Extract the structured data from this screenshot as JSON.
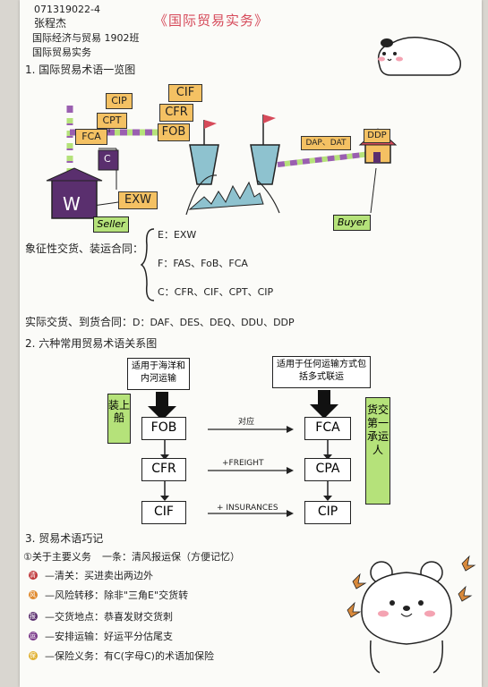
{
  "header": {
    "student_id": "071319022-4",
    "name": "张程杰",
    "class": "国际经济与贸易 1902班",
    "course": "国际贸易实务",
    "title": "《国际贸易实务》"
  },
  "section1": {
    "heading": "1. 国际贸易术语一览图",
    "terms": {
      "cip": "CIP",
      "cpt": "CPT",
      "fca": "FCA",
      "c": "C",
      "exw": "EXW",
      "cif": "CIF",
      "cfr": "CFR",
      "fob": "FOB",
      "dap_dat": "DAP、DAT",
      "ddp": "DDP",
      "w": "W"
    },
    "seller": "Seller",
    "buyer": "Buyer"
  },
  "symbolic": {
    "label": "象征性交货、装运合同：",
    "e_line": "E：EXW",
    "f_line": "F：FAS、FoB、FCA",
    "c_line": "C：CFR、CIF、CPT、CIP"
  },
  "actual": {
    "label": "实际交货、到货合同：",
    "d_line": "D：DAF、DES、DEQ、DDU、DDP"
  },
  "section2": {
    "heading": "2. 六种常用贸易术语关系图",
    "left_note": "适用于海洋和内河运输",
    "right_note": "适用于任何运输方式包括多式联运",
    "left_tag": "装上船",
    "right_tag": "货交第一承运人",
    "left_terms": [
      "FOB",
      "CFR",
      "CIF"
    ],
    "right_terms": [
      "FCA",
      "CPA",
      "CIP"
    ],
    "arrow1": "对应",
    "arrow2": "+FREIGHT",
    "arrow3": "+ INSURANCES"
  },
  "section3": {
    "heading": "3. 贸易术语巧记",
    "intro_left": "①关于主要义务",
    "intro_right": "一条：清风报运保（方便记忆）",
    "items": [
      {
        "char": "清",
        "text": "—清关：买进卖出两边外",
        "color": "#c0393b"
      },
      {
        "char": "风",
        "text": "—风险转移：除非\"三角E\"交货转",
        "color": "#e08a2e"
      },
      {
        "char": "报",
        "text": "—交货地点：恭喜发财交货刺",
        "color": "#5a2f6e"
      },
      {
        "char": "运",
        "text": "—安排运输：好运平分估尾支",
        "color": "#7a3a8a"
      },
      {
        "char": "保",
        "text": "—保险义务：有C(字母C)的术语加保险",
        "color": "#e0b030"
      }
    ]
  },
  "colors": {
    "title_red": "#d64a5a",
    "box_yellow": "#f4c163",
    "tag_green": "#b5e27a",
    "ship_blue": "#8ec2cf",
    "road_purple": "#9a5fb0"
  }
}
